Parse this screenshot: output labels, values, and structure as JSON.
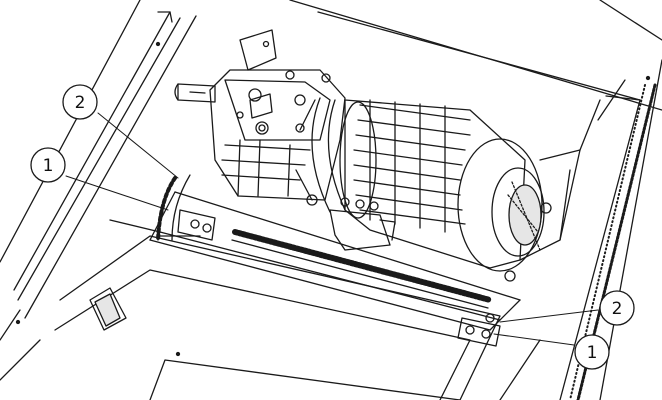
{
  "callouts": [
    {
      "label": "2"
    },
    {
      "label": "1"
    },
    {
      "label": "2"
    },
    {
      "label": "1"
    }
  ],
  "colors": {
    "line": "#1a1a1a",
    "background": "#ffffff",
    "shade": "#e6e6e6"
  }
}
